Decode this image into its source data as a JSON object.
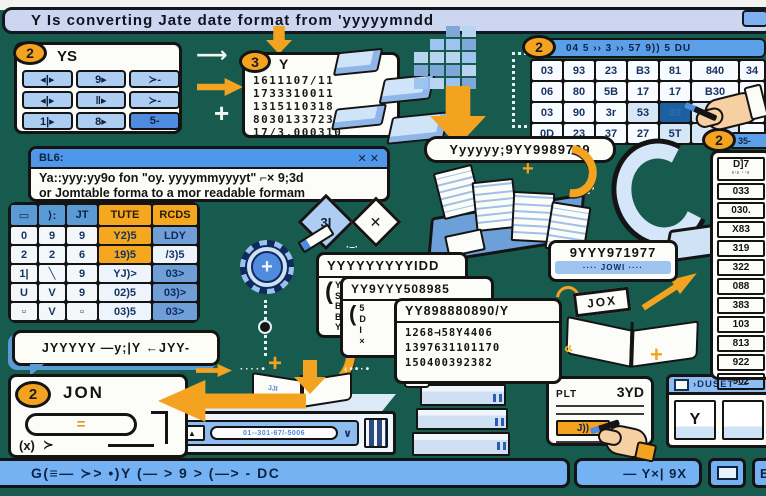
{
  "colors": {
    "background": "#175a4e",
    "accent_orange": "#f3a31f",
    "panel_blue": "#5b9bd5",
    "key_blue": "#aecdf2",
    "bar_blue": "#74b2f4",
    "title_lavender": "#ccd6f1",
    "selected_cell": "#1e5fa2"
  },
  "title_bar": {
    "text": "Y Is converting Jate date format from  'yyyyymndd"
  },
  "glyphs": {
    "arrow_right": "⟶",
    "hook": "↱",
    "plus": "+",
    "dots_a": "····•",
    "dots_b": "‹••·•",
    "chevron_left": "«",
    "node": "◆",
    "x": "✕",
    "dash_marks": "·–·",
    "tiny_marks": "ı·ı ··ı"
  },
  "panel_ys": {
    "badge": "2",
    "title": "YS",
    "keys": [
      [
        "◂|▸",
        "9▸",
        "≻-"
      ],
      [
        "◂|▸",
        "‖▸",
        "≻-"
      ],
      [
        "1|▸",
        "8▸",
        "5-"
      ]
    ]
  },
  "panel_y": {
    "badge": "3",
    "title": "Y",
    "rows": [
      "1611107/11",
      "1733310011",
      "1315110318",
      "8030133723",
      "17/3,000310"
    ]
  },
  "top_table": {
    "badge": "2",
    "header": "04 5 ›› 3 ››  57  9)) 5 DU",
    "rows": [
      [
        "03",
        "93",
        "23",
        "B3",
        "81",
        "840",
        "34"
      ],
      [
        "06",
        "80",
        "5B",
        "17",
        "17",
        "B30",
        "84"
      ],
      [
        "03",
        "90",
        "3r",
        "53",
        "33",
        "",
        ""
      ],
      [
        "0D",
        "23",
        "37",
        "27",
        "5T",
        "5.",
        ""
      ]
    ]
  },
  "note_bl6": {
    "title": "BL6:",
    "close": "✕ ✕",
    "line1": "Ya::yyy:yy9o fon \"oy. yyyymmyyyyt\" ⌐× 9;3d",
    "line2": "or Jomtable forma to a mor readable formam"
  },
  "left_table": {
    "headers": [
      "▭",
      "⟩:",
      "JT",
      "TUTE",
      "RCDS"
    ],
    "rows": [
      {
        "a": "0",
        "b": "9",
        "c": "9",
        "tute": "Y2)5",
        "reds": "LDY"
      },
      {
        "a": "2",
        "b": "2",
        "c": "6",
        "tute": "19)5",
        "reds": "/3)5"
      },
      {
        "a": "1|",
        "b": "╲",
        "c": "9",
        "tute": "YJ)>",
        "reds": "03>"
      },
      {
        "a": "U",
        "b": "V",
        "c": "9",
        "tute": "02)5",
        "reds": "03)>"
      },
      {
        "a": "▫",
        "b": "V",
        "c": "▫",
        "tute": "03)5",
        "reds": "03>"
      }
    ]
  },
  "diamonds": {
    "d1": "3I",
    "d2": "✕"
  },
  "gear": {
    "plus": "+"
  },
  "cards": {
    "a_title": "YYYYYYYYYIDD",
    "a_letters": [
      "Y",
      "S",
      "B",
      "B",
      "Y"
    ],
    "b_title": "YY9YYY508985",
    "b_letters": [
      "5",
      "D",
      "I",
      "×"
    ],
    "c_title": "YY898880890/Y",
    "c_rows": [
      "1268⊣58Y4406",
      "1397631101170",
      "150400392382"
    ]
  },
  "pill_label": "Yyyyyy;9YY9989799",
  "label_9yyy": {
    "title": "9YYY971977",
    "sub": "···· JOWI ····"
  },
  "book_label": "JOX",
  "right_list": {
    "badge": "2",
    "header": "35-",
    "first": "D]7",
    "rows": [
      "033",
      "030.",
      "X83",
      "319",
      "322",
      "088",
      "383",
      "103",
      "813",
      "922",
      "902"
    ]
  },
  "speech_bubble": "JYYYYY —y;|Y ←JYY-",
  "panel_jon": {
    "badge": "2",
    "title": "JON",
    "equals": "=",
    "fx": "(x)",
    "gt": "≻"
  },
  "printer": {
    "icon": "▲",
    "field": "01--301-67/-5006",
    "chevron": "∨",
    "book_marks": "JJI"
  },
  "x_bubbles": {
    "b1": "✕",
    "b2": "✕"
  },
  "note_plt": {
    "left": "PLT",
    "right": "3YD",
    "tag": "J))"
  },
  "panel_duset": {
    "header": "›DUSET —",
    "cell1": "Y",
    "cell2": ""
  },
  "bottom_bar": {
    "main": "G(≡— ≻> •)Y (— > 9 > (—> - DC",
    "seg": "— Y×| 9X",
    "btn2": "E"
  }
}
